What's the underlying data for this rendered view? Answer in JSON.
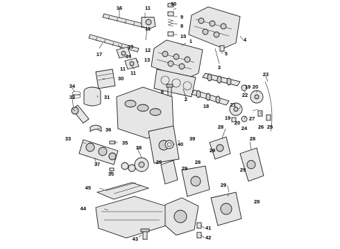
{
  "callouts": [
    {
      "id": "c10",
      "label": "10"
    },
    {
      "id": "c11a",
      "label": "11"
    },
    {
      "id": "c11b",
      "label": "11"
    },
    {
      "id": "c11c",
      "label": "11"
    },
    {
      "id": "c11d",
      "label": "11"
    },
    {
      "id": "c9",
      "label": "9"
    },
    {
      "id": "c8",
      "label": "8"
    },
    {
      "id": "c15",
      "label": "15"
    },
    {
      "id": "c16",
      "label": "16"
    },
    {
      "id": "c12",
      "label": "12"
    },
    {
      "id": "c13a",
      "label": "13"
    },
    {
      "id": "c13b",
      "label": "13"
    },
    {
      "id": "c14",
      "label": "14"
    },
    {
      "id": "c17",
      "label": "17"
    },
    {
      "id": "c1",
      "label": "1"
    },
    {
      "id": "c5",
      "label": "5"
    },
    {
      "id": "c4",
      "label": "4"
    },
    {
      "id": "c3",
      "label": "3"
    },
    {
      "id": "c22",
      "label": "22"
    },
    {
      "id": "c23",
      "label": "23"
    },
    {
      "id": "c30",
      "label": "30"
    },
    {
      "id": "c34",
      "label": "34"
    },
    {
      "id": "c32",
      "label": "32"
    },
    {
      "id": "c31",
      "label": "31"
    },
    {
      "id": "c6",
      "label": "6"
    },
    {
      "id": "c2",
      "label": "2"
    },
    {
      "id": "c19a",
      "label": "19"
    },
    {
      "id": "c19b",
      "label": "19"
    },
    {
      "id": "c20a",
      "label": "20"
    },
    {
      "id": "c20b",
      "label": "20"
    },
    {
      "id": "c21",
      "label": "21"
    },
    {
      "id": "c18",
      "label": "18"
    },
    {
      "id": "c24",
      "label": "24"
    },
    {
      "id": "c25",
      "label": "25"
    },
    {
      "id": "c26",
      "label": "26"
    },
    {
      "id": "c27",
      "label": "27"
    },
    {
      "id": "c33",
      "label": "33"
    },
    {
      "id": "c36",
      "label": "36"
    },
    {
      "id": "c35a",
      "label": "35"
    },
    {
      "id": "c35b",
      "label": "35"
    },
    {
      "id": "c37",
      "label": "37"
    },
    {
      "id": "c38",
      "label": "38"
    },
    {
      "id": "c39",
      "label": "39"
    },
    {
      "id": "c40",
      "label": "40"
    },
    {
      "id": "c28a",
      "label": "28"
    },
    {
      "id": "c28b",
      "label": "28"
    },
    {
      "id": "c28c",
      "label": "28"
    },
    {
      "id": "c28d",
      "label": "28"
    },
    {
      "id": "c29a",
      "label": "29"
    },
    {
      "id": "c29b",
      "label": "29"
    },
    {
      "id": "c29c",
      "label": "29"
    },
    {
      "id": "c29d",
      "label": "29"
    },
    {
      "id": "c29e",
      "label": "29"
    },
    {
      "id": "c45",
      "label": "45"
    },
    {
      "id": "c44",
      "label": "44"
    },
    {
      "id": "c43",
      "label": "43"
    },
    {
      "id": "c41",
      "label": "41"
    },
    {
      "id": "c42",
      "label": "42"
    }
  ]
}
